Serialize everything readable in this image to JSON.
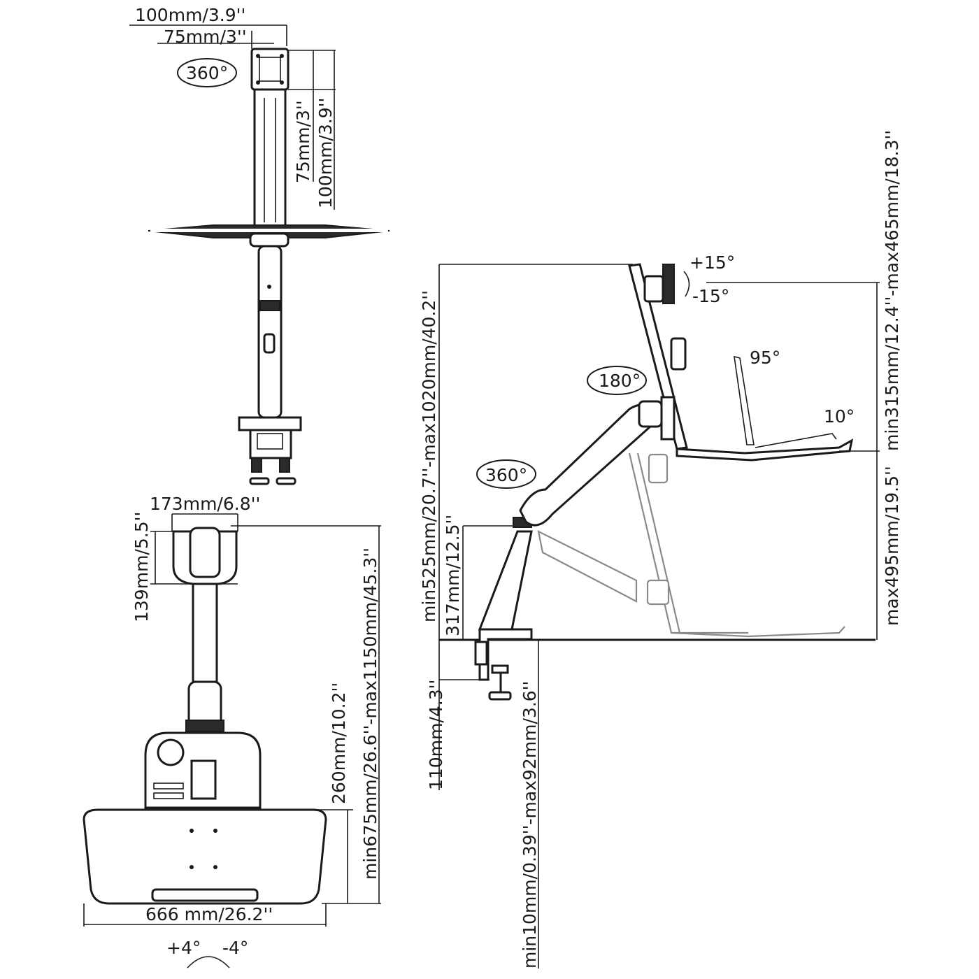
{
  "top_view": {
    "vesa_100": "100mm/3.9''",
    "vesa_75": "75mm/3''",
    "rotation_360": "360°",
    "vesa_75_vertical": "75mm/3''",
    "vesa_100_vertical": "100mm/3.9''"
  },
  "front_view": {
    "width_173": "173mm/6.8''",
    "height_139": "139mm/5.5''",
    "depth_260": "260mm/10.2''",
    "reach_range": "min675mm/26.6''-max1150mm/45.3''",
    "tray_width": "666 mm/26.2''",
    "tilt_plus": "+4°",
    "tilt_minus": "-4°"
  },
  "side_view": {
    "monitor_tilt_plus": "+15°",
    "monitor_tilt_minus": "-15°",
    "keyboard_angle": "95°",
    "tray_angle": "10°",
    "swivel_180": "180°",
    "swivel_360": "360°",
    "height_range": "min525mm/20.7''-max1020mm/40.2''",
    "post_317": "317mm/12.5''",
    "clamp_110": "110mm/4.3''",
    "clamp_thickness": "min10mm/0.39''-max92mm/3.6''",
    "monitor_height_range": "min315mm/12.4''-max465mm/18.3''",
    "tray_height_max": "max495mm/19.5''"
  }
}
